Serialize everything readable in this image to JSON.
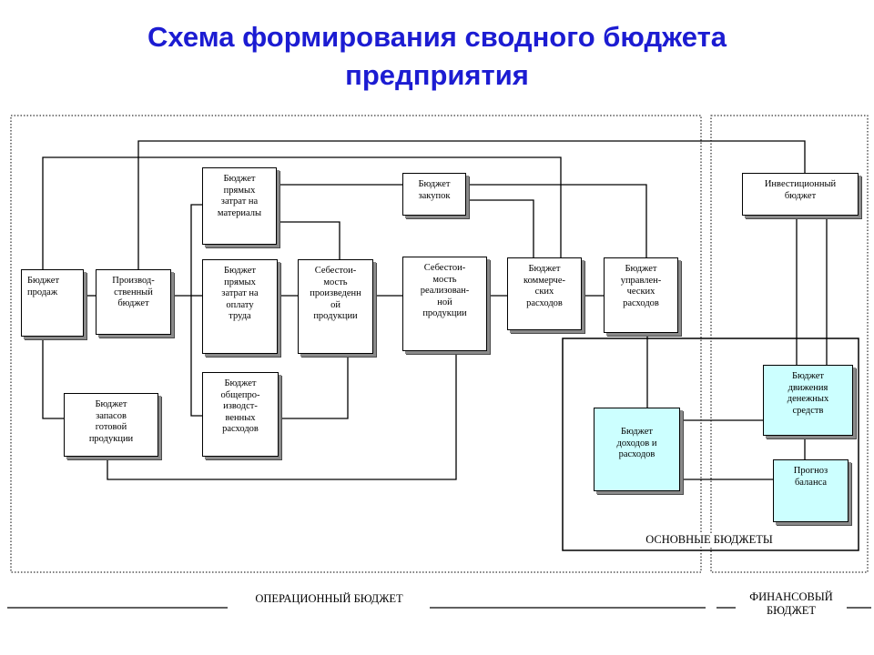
{
  "title": {
    "line1": "Схема формирования сводного бюджета",
    "line2": "предприятия"
  },
  "boxes": {
    "sales": "Бюджет\nпродаж",
    "production": "Производ-\nственный\nбюджет",
    "materials": "Бюджет\nпрямых\nзатрат на\nматериалы",
    "labor": "Бюджет\nпрямых\nзатрат на\nоплату\nтруда",
    "overhead": "Бюджет\nобщепро-\nизводст-\nвенных\nрасходов",
    "inventory": "Бюджет\nзапасов\nготовой\nпродукции",
    "cost_produced": "Себестои-\nмость\nпроизведенн\nой\nпродукции",
    "cost_sold": "Себестои-\nмость\nреализован-\nной\nпродукции",
    "purchases": "Бюджет\nзакупок",
    "commercial": "Бюджет\nкоммерче-\nских\nрасходов",
    "admin": "Бюджет\nуправлен-\nческих\nрасходов",
    "income": "Бюджет\nдоходов и\nрасходов",
    "investment": "Инвестиционный\nбюджет",
    "cashflow": "Бюджет\nдвижения\nденежных\nсредств",
    "balance": "Прогноз\nбаланса"
  },
  "labels": {
    "main": "ОСНОВНЫЕ  БЮДЖЕТЫ",
    "operational": "ОПЕРАЦИОННЫЙ БЮДЖЕТ",
    "financial": "ФИНАНСОВЫЙ\nБЮДЖЕТ"
  },
  "colors": {
    "title": "#1c1cd2",
    "highlight_box": "#ccffff"
  }
}
